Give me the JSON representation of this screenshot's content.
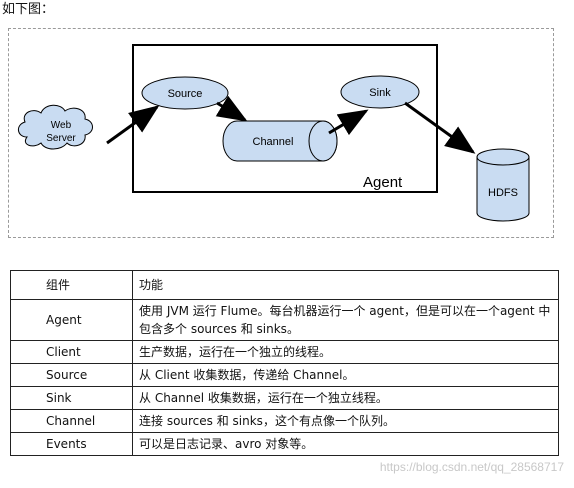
{
  "intro_text": "如下图：",
  "diagram": {
    "web_server_label_line1": "Web",
    "web_server_label_line2": "Server",
    "source_label": "Source",
    "channel_label": "Channel",
    "sink_label": "Sink",
    "agent_label": "Agent",
    "hdfs_label": "HDFS"
  },
  "table": {
    "header_component": "组件",
    "header_function": "功能",
    "rows": [
      {
        "name": "Agent",
        "desc": "使用 JVM 运行 Flume。每台机器运行一个 agent，但是可以在一个agent 中包含多个 sources 和 sinks。"
      },
      {
        "name": "Client",
        "desc": "生产数据，运行在一个独立的线程。"
      },
      {
        "name": "Source",
        "desc": "从 Client 收集数据，传递给 Channel。"
      },
      {
        "name": "Sink",
        "desc": "从 Channel 收集数据，运行在一个独立线程。"
      },
      {
        "name": "Channel",
        "desc": "连接 sources 和 sinks，这个有点像一个队列。"
      },
      {
        "name": "Events",
        "desc": "可以是日志记录、avro 对象等。"
      }
    ]
  },
  "watermark": "https://blog.csdn.net/qq_28568717"
}
